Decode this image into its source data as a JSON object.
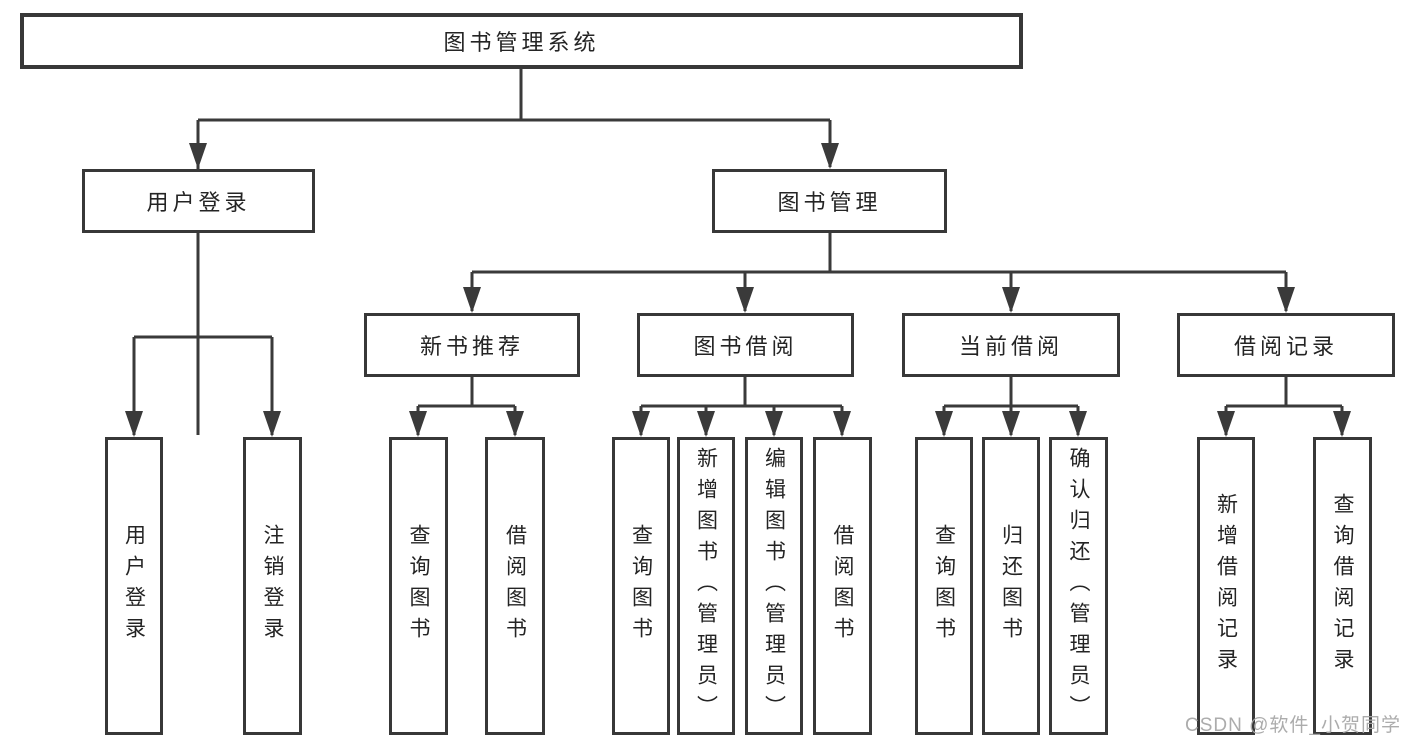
{
  "diagram_title": "图书管理系统",
  "nodes": {
    "root": "图书管理系统",
    "level2": [
      "用户登录",
      "图书管理"
    ],
    "level3": [
      "新书推荐",
      "图书借阅",
      "当前借阅",
      "借阅记录"
    ],
    "leaves": {
      "user_login": [
        "用户登录",
        "注销登录"
      ],
      "new_books": [
        "查询图书",
        "借阅图书"
      ],
      "book_borrow": [
        "查询图书",
        "新增图书（管理员）",
        "编辑图书（管理员）",
        "借阅图书"
      ],
      "current_borrow": [
        "查询图书",
        "归还图书",
        "确认归还（管理员）"
      ],
      "borrow_records": [
        "新增借阅记录",
        "查询借阅记录"
      ]
    }
  },
  "watermark": "CSDN @软件_小贺同学",
  "colors": {
    "line": "#3a3a3a",
    "box_border": "#383838",
    "text": "#242424",
    "watermark": "#a8a8a8",
    "background": "#ffffff"
  }
}
